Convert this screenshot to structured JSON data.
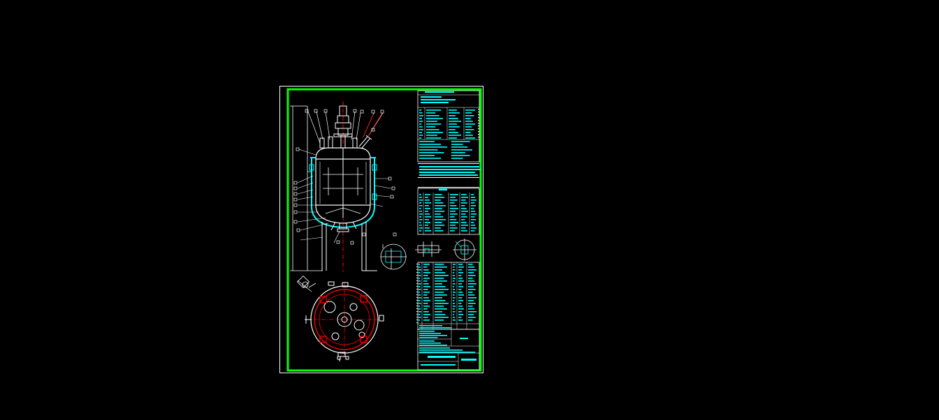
{
  "viewport": {
    "background": "#000000"
  },
  "colors": {
    "sheet_border": "#ffffff",
    "frame": "#00ff00",
    "jacket": "#00ffff",
    "vessel": "#ffffff",
    "table_text": "#00ffff",
    "table_lines": "#ffffff",
    "centerline": "#ff0000",
    "flange": "#ff0000"
  },
  "drawing": {
    "subject": "jacketed-reactor-assembly",
    "views": [
      "front-elevation",
      "top-plan",
      "detail-a",
      "detail-b",
      "detail-c",
      "nozzle-detail"
    ],
    "tables": [
      "technical-characteristics",
      "nozzle-schedule",
      "parts-list",
      "title-block"
    ]
  }
}
